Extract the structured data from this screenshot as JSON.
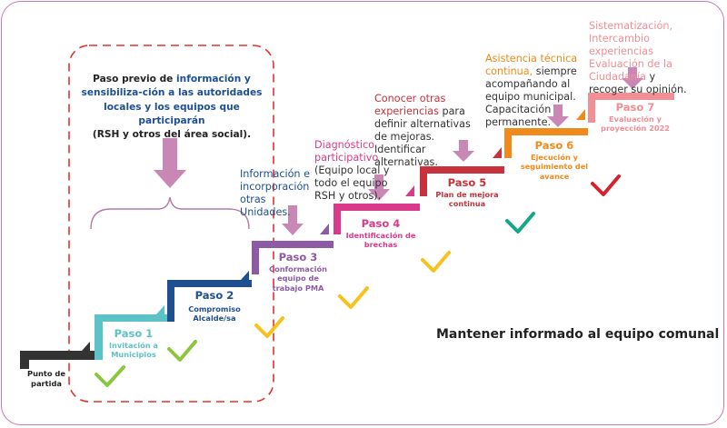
{
  "intro": {
    "prefix": "Paso previo de ",
    "highlight": "información y sensibiliza-ción a las autoridades locales y los equipos que participarán",
    "suffix": "(RSH y otros del área social)."
  },
  "start": {
    "label": "Punto de partida"
  },
  "steps": [
    {
      "id": 1,
      "name": "Paso 1",
      "desc": "Invitación a Municipios",
      "color": "#5bc2c7"
    },
    {
      "id": 2,
      "name": "Paso 2",
      "desc": "Compromiso Alcalde/sa",
      "color": "#1d4f91"
    },
    {
      "id": 3,
      "name": "Paso 3",
      "desc": "Conformación equipo de trabajo PMA",
      "color": "#8e5aa6"
    },
    {
      "id": 4,
      "name": "Paso 4",
      "desc": "Identificación de brechas",
      "color": "#d93b8a"
    },
    {
      "id": 5,
      "name": "Paso 5",
      "desc": "Plan de mejora continua",
      "color": "#c8323c"
    },
    {
      "id": 6,
      "name": "Paso 6",
      "desc": "Ejecución y seguimiento del avance",
      "color": "#ef8a1d"
    },
    {
      "id": 7,
      "name": "Paso 7",
      "desc": "Evaluación y proyección 2022",
      "color": "#f08f96"
    }
  ],
  "notes": {
    "paso3": {
      "text": "Información e incorporación otras Unidades."
    },
    "paso4": {
      "highlight": "Diagnóstico participativo",
      "rest": " (Equipo local y todo el equipo RSH y otros)."
    },
    "paso5": {
      "highlight": "Conocer otras experiencias",
      "rest": " para definir alternativas de mejoras. Identificar alternativas."
    },
    "paso6": {
      "highlight": "Asistencia técnica continua,",
      "rest": " siempre acompañando al equipo municipal. Capacitación permanente."
    },
    "paso7": {
      "highlight": "Sistematización, Intercambio experiencias Evaluación de la Ciudadanía",
      "rest": " y recoger su opinión."
    }
  },
  "footer": {
    "text": "Mantener informado al equipo comunal"
  },
  "colors": {
    "check_green": "#8cc63f",
    "check_yellow": "#f7c21c",
    "check_teal": "#13a889",
    "check_red": "#d6222e",
    "arrow": "#c987b6",
    "dashed_border": "#e1332f",
    "start": "#333333"
  }
}
